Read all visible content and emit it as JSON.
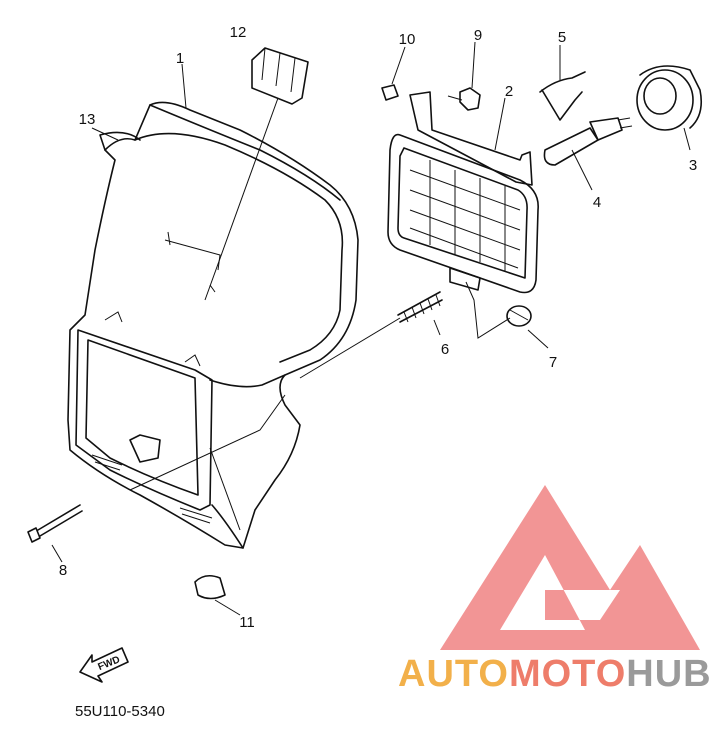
{
  "parts": [
    {
      "id": "1",
      "label": "1"
    },
    {
      "id": "2",
      "label": "2"
    },
    {
      "id": "3",
      "label": "3"
    },
    {
      "id": "4",
      "label": "4"
    },
    {
      "id": "5",
      "label": "5"
    },
    {
      "id": "6",
      "label": "6"
    },
    {
      "id": "7",
      "label": "7"
    },
    {
      "id": "8",
      "label": "8"
    },
    {
      "id": "9",
      "label": "9"
    },
    {
      "id": "10",
      "label": "10"
    },
    {
      "id": "11",
      "label": "11"
    },
    {
      "id": "12",
      "label": "12"
    },
    {
      "id": "13",
      "label": "13"
    }
  ],
  "diagram_code": "55U110-5340",
  "fwd_label": "FWD",
  "watermark": {
    "brand_part1": "AUTO",
    "brand_part2": "MOTO",
    "brand_part3": "HUB",
    "color1": "#f2b04a",
    "color2": "#ee7d6a",
    "color3": "#9a9a9a",
    "logo_color": "#f18a8a"
  }
}
